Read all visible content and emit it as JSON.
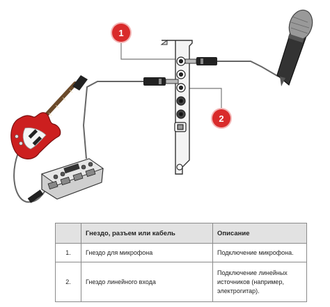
{
  "callouts": [
    {
      "number": "1"
    },
    {
      "number": "2"
    }
  ],
  "table": {
    "headers": [
      "",
      "Гнездо, разъем или кабель",
      "Описание"
    ],
    "rows": [
      {
        "num": "1.",
        "jack": "Гнездо для микрофона",
        "desc": "Подключение микрофона."
      },
      {
        "num": "2.",
        "jack": "Гнездо линейного входа",
        "desc": "Подключение линейных источников (например, электрогитар)."
      }
    ]
  },
  "colors": {
    "callout": "#d92b2b",
    "guitar_body": "#cc1f1f",
    "card": "#f4f4f4",
    "lines": "#555555",
    "table_header": "#e2e2e2"
  },
  "icons": [
    "microphone-icon",
    "electric-guitar-icon",
    "effects-pedal-icon",
    "sound-card-bracket-icon",
    "jack-plug-icon"
  ]
}
